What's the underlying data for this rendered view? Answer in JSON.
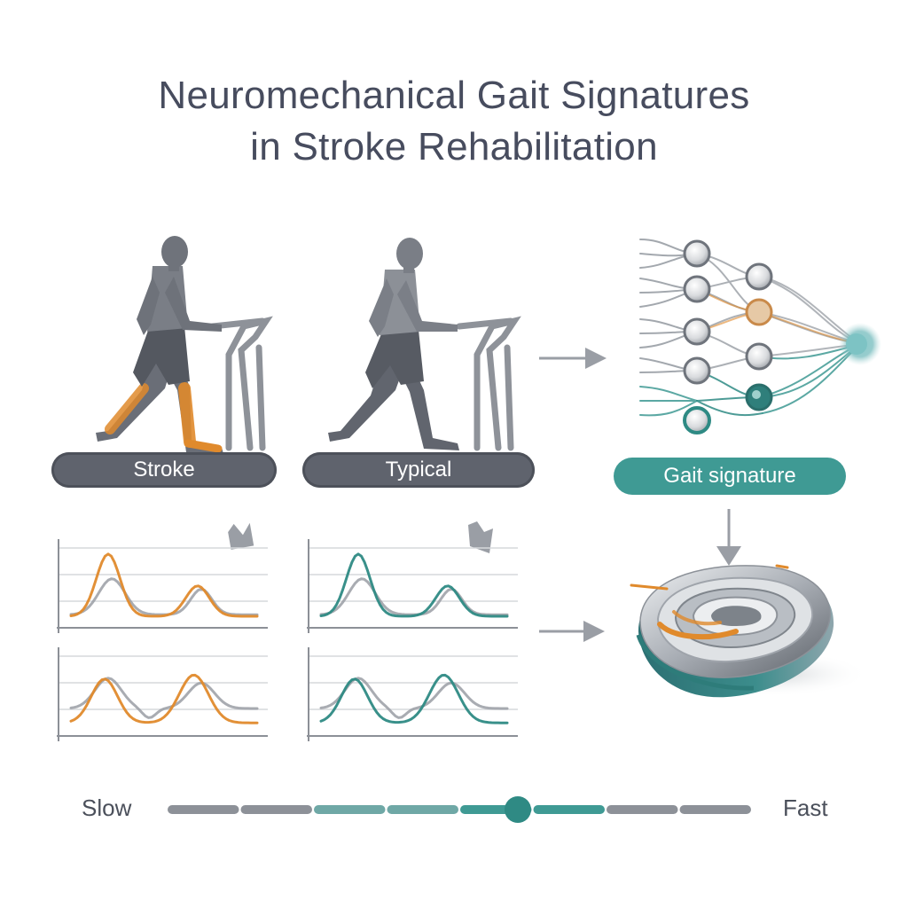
{
  "title": {
    "line1": "Neuromechanical Gait Signatures",
    "line2": "in Stroke Rehabilitation"
  },
  "labels": {
    "stroke": "Stroke",
    "typical": "Typical",
    "gait_signature": "Gait signature"
  },
  "slider": {
    "min_label": "Slow",
    "max_label": "Fast",
    "value_fraction": 0.6
  },
  "colors": {
    "title": "#474c5e",
    "stroke_accent": "#e08a2c",
    "typical_accent": "#2e8a84",
    "neutral_gray": "#9a9da4",
    "pill_gray": "#5f636d",
    "pill_teal": "#3f9a94"
  },
  "icons": {
    "network": "neural-network-icon",
    "embedding": "spiral-ring-icon",
    "arrows": "arrow-icon"
  }
}
